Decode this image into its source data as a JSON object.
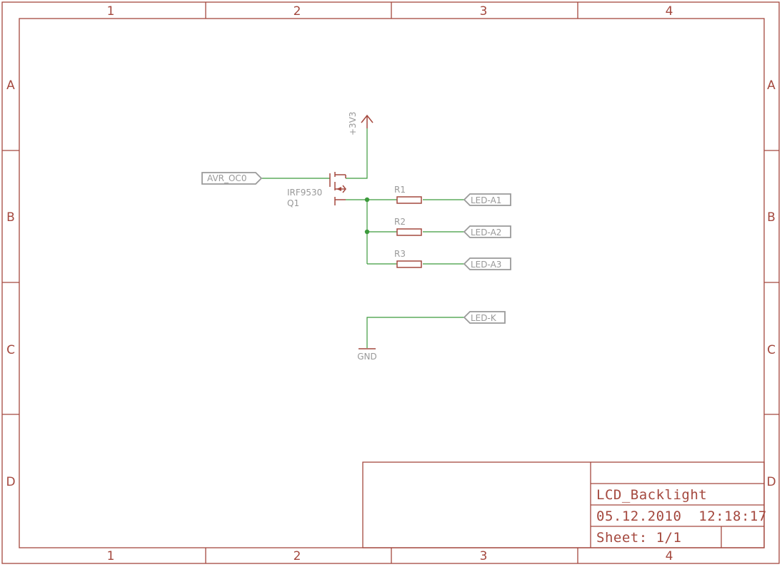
{
  "frame": {
    "columns": [
      "1",
      "2",
      "3",
      "4"
    ],
    "rows": [
      "A",
      "B",
      "C",
      "D"
    ]
  },
  "title_block": {
    "drawing_name": "LCD_Backlight",
    "datetime": "05.12.2010  12:18:17",
    "sheet": "Sheet: 1/1"
  },
  "schematic": {
    "supply": "+3V3",
    "ground": "GND",
    "transistor": {
      "value": "IRF9530",
      "name": "Q1"
    },
    "input_port": "AVR_OC0",
    "resistors": [
      "R1",
      "R2",
      "R3"
    ],
    "output_ports": [
      "LED-A1",
      "LED-A2",
      "LED-A3"
    ],
    "cathode_port": "LED-K"
  },
  "colors": {
    "frame": "#a4483e",
    "wire": "#3c9a3c",
    "label": "#999999",
    "background": "#ffffff"
  }
}
